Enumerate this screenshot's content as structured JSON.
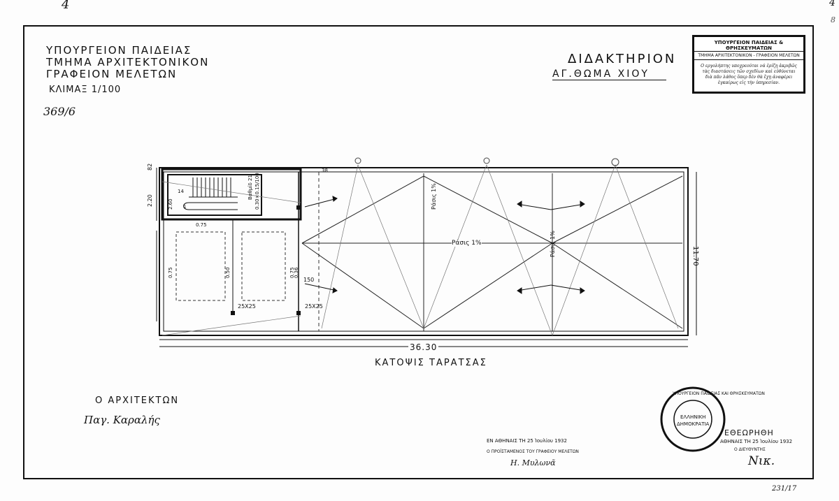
{
  "corner_marks": {
    "top_left": "4",
    "top_right_1": "4",
    "top_right_2": "8"
  },
  "header": {
    "ministry": "ΥΠΟΥΡΓΕΙΟΝ ΠΑΙΔΕΙΑΣ",
    "department": "ΤΜΗΜΑ ΑΡΧΙΤΕΚΤΟΝΙΚΟΝ",
    "office": "ΓΡΑΦΕΙΟΝ ΜΕΛΕΤΩΝ",
    "scale": "ΚΛΙΜΑΞ 1/100",
    "ref_number": "369/6"
  },
  "project": {
    "title": "ΔΙΔΑΚΤΗΡΙΟΝ",
    "subtitle": "ΑΓ.ΘΩΜΑ ΧΙΟΥ"
  },
  "stamp_box": {
    "line1": "ΥΠΟΥΡΓΕΙΟΝ ΠΑΙΔΕΙΑΣ & ΘΡΗΣΚΕΥΜΑΤΩΝ",
    "line2": "ΤΜΗΜΑ ΑΡΧΙΤΕΚΤΟΝΙΚΟΝ - ΓΡΑΦΕΙΟΝ ΜΕΛΕΤΩΝ",
    "line3": "Ο εργολήπτης υποχρεούται νά ἐρίζῃ ἀκριβῶς τὰς διαστάσεις τῶν σχεδίων καὶ εὐθύνεται διὰ πᾶν λάθος ὅπερ δὲν θὰ ἔχῃ ἀναφέρει ἐγκαίρως εἰς τὴν ὑπηρεσίαν."
  },
  "plan": {
    "caption": "ΚΑΤΟΨΙΣ ΤΑΡΑΤΣΑΣ",
    "overall_length": "36.30",
    "overall_width": "11.70",
    "slope_label_1": "Ράσις 1%",
    "slope_label_2": "Ράσις 1%",
    "slope_label_3": "Ράσις 1%",
    "stair_label_1": "Βαθμίδ 21",
    "stair_label_2": "0.30×0.15/100",
    "dim_82": "82",
    "dim_220": "2.20",
    "dim_260": "2.60",
    "dim_075_top": "0.75",
    "dim_075_left": "0.75",
    "dim_075_right": "0.75",
    "dim_050": "0.50",
    "dim_036": "0.36",
    "dim_38": "38",
    "col_1": "25X25",
    "col_2": "25X25",
    "step_14": "14",
    "step_1": "1",
    "level_150": "150"
  },
  "architect": {
    "title": "Ο ΑΡΧΙΤΕΚΤΩΝ",
    "signature": "Παγ. Καραλής"
  },
  "signoff": {
    "city_date": "ΕΝ ΑΘΗΝΑΙΣ ΤΗ 25 Ἰουλίου 1932",
    "role": "Ο ΠΡΟΪΣΤΑΜΕΝΟΣ ΤΟΥ ΓΡΑΦΕΙΟΥ ΜΕΛΕΤΩΝ",
    "signature": "Η. Μυλωνᾶ"
  },
  "approval": {
    "label": "ΕΘΕΩΡΗΘΗ",
    "date": "ΑΘΗΝΑΙΣ ΤΗ 25 Ἰουλίου 1932",
    "role": "Ο ΔΙΕΥΘΥΝΤΗΣ",
    "signature": "Νικ."
  },
  "round_seal": {
    "outer_text": "ΥΠΟΥΡΓΕΙΟΝ ΠΑΙΔΕΙΑΣ ΚΑΙ ΘΡΗΣΚΕΥΜΑΤΩΝ",
    "inner_1": "ΕΛΛΗΝΙΚΗ",
    "inner_2": "ΔΗΜΟΚΡΑΤΙΑ"
  },
  "sheet_number": "231/17"
}
